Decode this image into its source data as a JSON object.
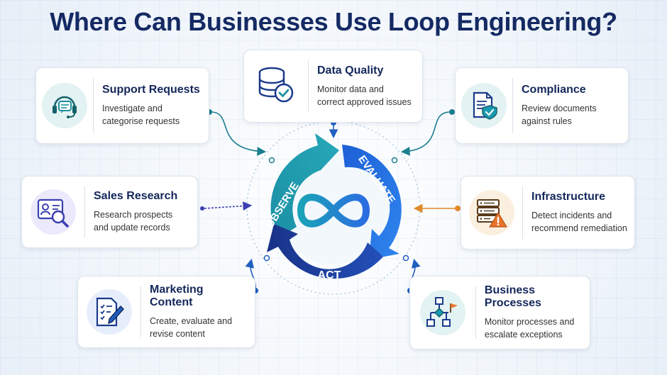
{
  "title": "Where Can Businesses Use Loop Engineering?",
  "cycle": {
    "labels": [
      "OBSERVE",
      "EVALUATE",
      "ACT"
    ],
    "colors": {
      "observe": "#1a9ab0",
      "evaluate": "#1f6fe0",
      "act": "#1d3d9c"
    }
  },
  "cards": {
    "support": {
      "title": "Support Requests",
      "desc": "Investigate and\ncategorise requests",
      "icon": "headset-chat-icon"
    },
    "data_quality": {
      "title": "Data Quality",
      "desc": "Monitor data and\ncorrect approved issues",
      "icon": "database-check-icon"
    },
    "compliance": {
      "title": "Compliance",
      "desc": "Review documents\nagainst rules",
      "icon": "document-shield-icon"
    },
    "sales": {
      "title": "Sales Research",
      "desc": "Research prospects\nand update records",
      "icon": "profile-search-icon"
    },
    "infrastructure": {
      "title": "Infrastructure",
      "desc": "Detect incidents and\nrecommend remediation",
      "icon": "server-warning-icon"
    },
    "marketing": {
      "title": "Marketing Content",
      "desc": "Create, evaluate and\nrevise content",
      "icon": "document-pen-icon"
    },
    "business": {
      "title": "Business Processes",
      "desc": "Monitor processes and\nescalate exceptions",
      "icon": "flowchart-flag-icon"
    }
  }
}
